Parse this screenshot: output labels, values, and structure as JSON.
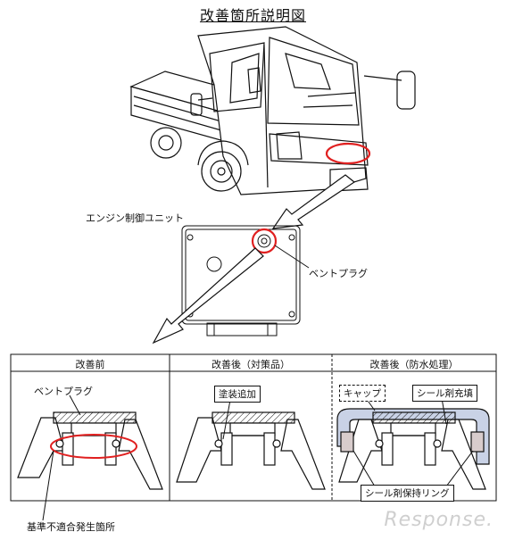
{
  "title": "改善箇所説明図",
  "labels": {
    "ecu": "エンジン制御ユニット",
    "vent_plug_top": "ベントプラグ",
    "vent_plug_panel": "ベントプラグ",
    "nonconformity": "基準不適合発生箇所"
  },
  "table": {
    "headers": [
      "改善前",
      "改善後（対策品）",
      "改善後（防水処理）"
    ]
  },
  "callouts": {
    "paint_added": "塗装追加",
    "cap": "キャップ",
    "sealant_fill": "シール剤充填",
    "seal_ring": "シール剤保持リング"
  },
  "watermark": "Response.",
  "colors": {
    "highlight": "#e02020",
    "cap_fill": "#c9d2e6",
    "seal_fill": "#d8cccc",
    "line": "#111111"
  }
}
